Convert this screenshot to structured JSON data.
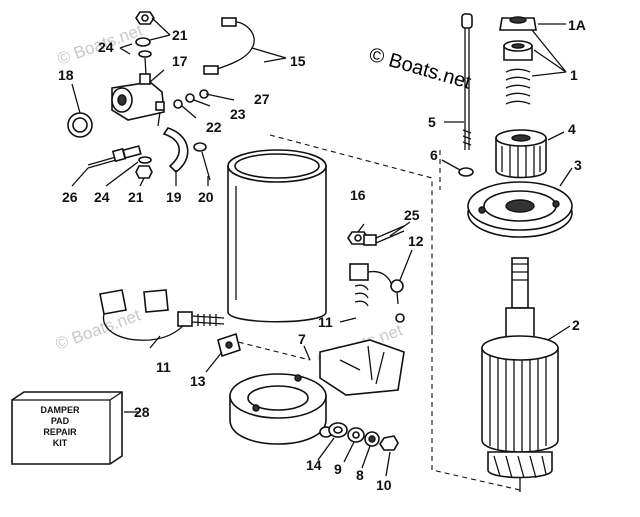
{
  "watermark": {
    "main": "© Boats.net",
    "faint": [
      "© Boats.net",
      "© Boats.net",
      "© Boats.net"
    ]
  },
  "kit_box": {
    "lines": [
      "DAMPER",
      "PAD",
      "REPAIR",
      "KIT"
    ]
  },
  "callouts": {
    "l1A": "1A",
    "l1": "1",
    "l2": "2",
    "l3": "3",
    "l4": "4",
    "l5": "5",
    "l6": "6",
    "l7": "7",
    "l8": "8",
    "l9": "9",
    "l10": "10",
    "l11a": "11",
    "l11b": "11",
    "l12": "12",
    "l13": "13",
    "l14": "14",
    "l15": "15",
    "l16": "16",
    "l17": "17",
    "l18": "18",
    "l19": "19",
    "l20": "20",
    "l21a": "21",
    "l21b": "21",
    "l22": "22",
    "l23": "23",
    "l24a": "24",
    "l24b": "24",
    "l25": "25",
    "l26": "26",
    "l27": "27",
    "l28": "28"
  }
}
